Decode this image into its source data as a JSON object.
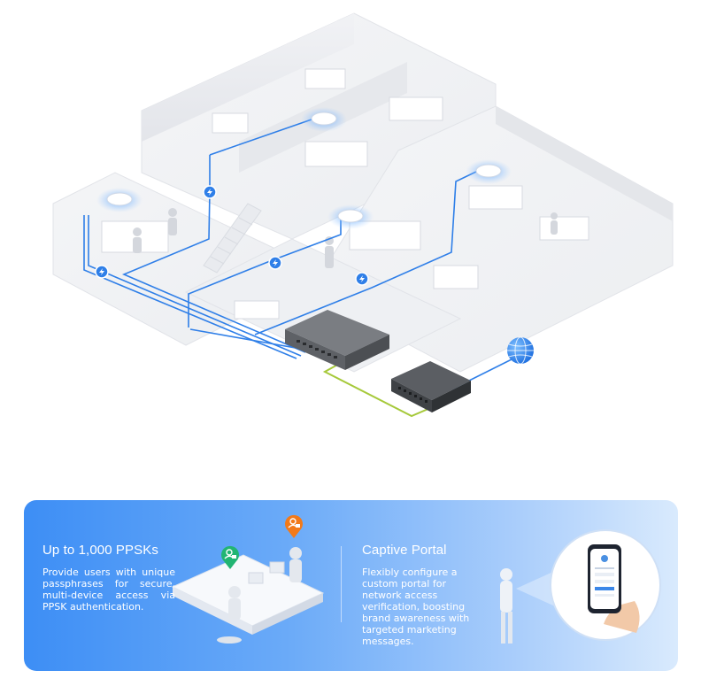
{
  "features": {
    "ppsk": {
      "title": "Up to 1,000 PPSKs",
      "description": "Provide users with unique passphrases for secure, multi-device access via PPSK authentication."
    },
    "captive_portal": {
      "title": "Captive Portal",
      "description": "Flexibly configure a custom portal for network access verification, boosting brand awareness with targeted marketing messages."
    }
  },
  "colors": {
    "network_link": "#2f7fe8",
    "uplink": "#a6c93a",
    "poe_badge": "#2f7fe8",
    "pin_green": "#22b573",
    "pin_orange": "#f27a1a"
  },
  "icons": [
    "poe-bolt-icon",
    "internet-globe-icon",
    "user-pin-icon",
    "lock-icon"
  ]
}
